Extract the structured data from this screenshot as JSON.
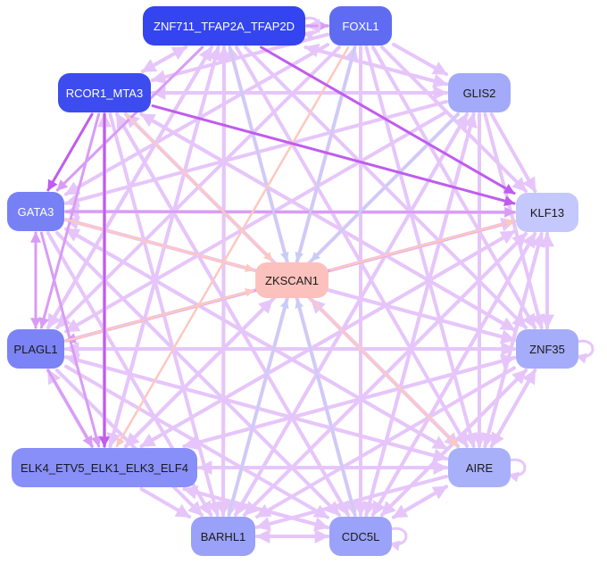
{
  "nodes": [
    {
      "id": "znf711",
      "label": "ZNF711_TFAP2A_TFAP2D",
      "fill": "#3344f0",
      "text": "#ffffff"
    },
    {
      "id": "foxl1",
      "label": "FOXL1",
      "fill": "#5f6cf2",
      "text": "#ffffff"
    },
    {
      "id": "rcor1",
      "label": "RCOR1_MTA3",
      "fill": "#3d4cee",
      "text": "#ffffff"
    },
    {
      "id": "glis2",
      "label": "GLIS2",
      "fill": "#a3aafa",
      "text": "#1a1a1a"
    },
    {
      "id": "gata3",
      "label": "GATA3",
      "fill": "#7880f6",
      "text": "#ffffff"
    },
    {
      "id": "klf13",
      "label": "KLF13",
      "fill": "#c4c8fd",
      "text": "#1a1a1a"
    },
    {
      "id": "zkscan1",
      "label": "ZKSCAN1",
      "fill": "#fdc1bd",
      "text": "#1a1a1a"
    },
    {
      "id": "plagl1",
      "label": "PLAGL1",
      "fill": "#7b83f6",
      "text": "#1a1a1a"
    },
    {
      "id": "znf35",
      "label": "ZNF35",
      "fill": "#a5acfa",
      "text": "#1a1a1a"
    },
    {
      "id": "elk4",
      "label": "ELK4_ETV5_ELK1_ELK3_ELF4",
      "fill": "#888ff8",
      "text": "#1a1a1a"
    },
    {
      "id": "aire",
      "label": "AIRE",
      "fill": "#a9b0fa",
      "text": "#1a1a1a"
    },
    {
      "id": "barhl1",
      "label": "BARHL1",
      "fill": "#9aa1f9",
      "text": "#1a1a1a"
    },
    {
      "id": "cdc5l",
      "label": "CDC5L",
      "fill": "#9ba2f9",
      "text": "#1a1a1a"
    }
  ],
  "edge_colors": {
    "default": "#e6c6fa",
    "strong": "#c05cee",
    "medium": "#d99cf6",
    "blue": "#c8cdf6",
    "peach": "#fdc8c0"
  },
  "edges": [
    [
      "znf711",
      "foxl1",
      "medium"
    ],
    [
      "foxl1",
      "znf711",
      "default"
    ],
    [
      "znf711",
      "rcor1",
      "default"
    ],
    [
      "rcor1",
      "znf711",
      "default"
    ],
    [
      "znf711",
      "glis2",
      "default"
    ],
    [
      "znf711",
      "klf13",
      "strong"
    ],
    [
      "znf711",
      "gata3",
      "medium"
    ],
    [
      "znf711",
      "plagl1",
      "default"
    ],
    [
      "znf711",
      "znf35",
      "default"
    ],
    [
      "znf711",
      "elk4",
      "default"
    ],
    [
      "znf711",
      "aire",
      "default"
    ],
    [
      "znf711",
      "barhl1",
      "default"
    ],
    [
      "znf711",
      "cdc5l",
      "default"
    ],
    [
      "znf711",
      "zkscan1",
      "blue"
    ],
    [
      "foxl1",
      "rcor1",
      "default"
    ],
    [
      "foxl1",
      "glis2",
      "default"
    ],
    [
      "foxl1",
      "klf13",
      "default"
    ],
    [
      "foxl1",
      "gata3",
      "default"
    ],
    [
      "foxl1",
      "plagl1",
      "default"
    ],
    [
      "foxl1",
      "znf35",
      "default"
    ],
    [
      "foxl1",
      "elk4",
      "peach"
    ],
    [
      "foxl1",
      "aire",
      "default"
    ],
    [
      "foxl1",
      "barhl1",
      "default"
    ],
    [
      "foxl1",
      "cdc5l",
      "default"
    ],
    [
      "foxl1",
      "zkscan1",
      "blue"
    ],
    [
      "rcor1",
      "glis2",
      "default"
    ],
    [
      "rcor1",
      "klf13",
      "strong"
    ],
    [
      "rcor1",
      "gata3",
      "strong"
    ],
    [
      "rcor1",
      "plagl1",
      "medium"
    ],
    [
      "rcor1",
      "znf35",
      "default"
    ],
    [
      "rcor1",
      "elk4",
      "strong"
    ],
    [
      "rcor1",
      "aire",
      "default"
    ],
    [
      "rcor1",
      "barhl1",
      "default"
    ],
    [
      "rcor1",
      "cdc5l",
      "default"
    ],
    [
      "rcor1",
      "zkscan1",
      "peach"
    ],
    [
      "glis2",
      "znf711",
      "default"
    ],
    [
      "glis2",
      "rcor1",
      "default"
    ],
    [
      "glis2",
      "gata3",
      "default"
    ],
    [
      "glis2",
      "klf13",
      "default"
    ],
    [
      "glis2",
      "plagl1",
      "default"
    ],
    [
      "glis2",
      "znf35",
      "default"
    ],
    [
      "glis2",
      "elk4",
      "default"
    ],
    [
      "glis2",
      "aire",
      "default"
    ],
    [
      "glis2",
      "barhl1",
      "default"
    ],
    [
      "glis2",
      "cdc5l",
      "default"
    ],
    [
      "glis2",
      "zkscan1",
      "blue"
    ],
    [
      "gata3",
      "klf13",
      "medium"
    ],
    [
      "gata3",
      "plagl1",
      "medium"
    ],
    [
      "plagl1",
      "gata3",
      "medium"
    ],
    [
      "gata3",
      "znf35",
      "default"
    ],
    [
      "gata3",
      "elk4",
      "medium"
    ],
    [
      "gata3",
      "aire",
      "default"
    ],
    [
      "gata3",
      "barhl1",
      "default"
    ],
    [
      "gata3",
      "cdc5l",
      "default"
    ],
    [
      "gata3",
      "zkscan1",
      "peach"
    ],
    [
      "klf13",
      "gata3",
      "default"
    ],
    [
      "klf13",
      "plagl1",
      "medium"
    ],
    [
      "klf13",
      "elk4",
      "default"
    ],
    [
      "klf13",
      "barhl1",
      "default"
    ],
    [
      "klf13",
      "cdc5l",
      "default"
    ],
    [
      "klf13",
      "aire",
      "default"
    ],
    [
      "klf13",
      "znf35",
      "default"
    ],
    [
      "plagl1",
      "klf13",
      "default"
    ],
    [
      "plagl1",
      "znf35",
      "default"
    ],
    [
      "plagl1",
      "elk4",
      "medium"
    ],
    [
      "plagl1",
      "aire",
      "default"
    ],
    [
      "plagl1",
      "barhl1",
      "default"
    ],
    [
      "plagl1",
      "cdc5l",
      "default"
    ],
    [
      "plagl1",
      "zkscan1",
      "peach"
    ],
    [
      "znf35",
      "plagl1",
      "default"
    ],
    [
      "znf35",
      "elk4",
      "default"
    ],
    [
      "znf35",
      "aire",
      "default"
    ],
    [
      "znf35",
      "barhl1",
      "default"
    ],
    [
      "znf35",
      "cdc5l",
      "default"
    ],
    [
      "znf35",
      "klf13",
      "default"
    ],
    [
      "elk4",
      "aire",
      "default"
    ],
    [
      "aire",
      "elk4",
      "default"
    ],
    [
      "elk4",
      "barhl1",
      "default"
    ],
    [
      "elk4",
      "cdc5l",
      "default"
    ],
    [
      "elk4",
      "znf35",
      "default"
    ],
    [
      "elk4",
      "klf13",
      "default"
    ],
    [
      "elk4",
      "zkscan1",
      "default"
    ],
    [
      "elk4",
      "plagl1",
      "default"
    ],
    [
      "aire",
      "barhl1",
      "default"
    ],
    [
      "aire",
      "cdc5l",
      "default"
    ],
    [
      "aire",
      "klf13",
      "default"
    ],
    [
      "aire",
      "znf35",
      "default"
    ],
    [
      "aire",
      "gata3",
      "default"
    ],
    [
      "aire",
      "plagl1",
      "default"
    ],
    [
      "aire",
      "zkscan1",
      "default"
    ],
    [
      "barhl1",
      "cdc5l",
      "default"
    ],
    [
      "cdc5l",
      "barhl1",
      "default"
    ],
    [
      "barhl1",
      "zkscan1",
      "blue"
    ],
    [
      "barhl1",
      "klf13",
      "default"
    ],
    [
      "barhl1",
      "glis2",
      "default"
    ],
    [
      "barhl1",
      "foxl1",
      "default"
    ],
    [
      "cdc5l",
      "zkscan1",
      "blue"
    ],
    [
      "cdc5l",
      "klf13",
      "default"
    ],
    [
      "cdc5l",
      "glis2",
      "default"
    ],
    [
      "cdc5l",
      "znf711",
      "default"
    ],
    [
      "cdc5l",
      "rcor1",
      "default"
    ],
    [
      "cdc5l",
      "znf35",
      "default"
    ],
    [
      "cdc5l",
      "aire",
      "default"
    ],
    [
      "cdc5l",
      "elk4",
      "default"
    ],
    [
      "zkscan1",
      "klf13",
      "peach"
    ],
    [
      "zkscan1",
      "aire",
      "peach"
    ],
    [
      "zkscan1",
      "znf35",
      "default"
    ],
    [
      "zkscan1",
      "gata3",
      "default"
    ],
    [
      "barhl1",
      "znf711",
      "default"
    ],
    [
      "elk4",
      "znf711",
      "default"
    ],
    [
      "plagl1",
      "znf711",
      "default"
    ],
    [
      "elk4",
      "rcor1",
      "default"
    ],
    [
      "znf35",
      "rcor1",
      "default"
    ],
    [
      "aire",
      "rcor1",
      "default"
    ]
  ],
  "self_loops": [
    "znf711",
    "znf35",
    "aire",
    "cdc5l"
  ]
}
